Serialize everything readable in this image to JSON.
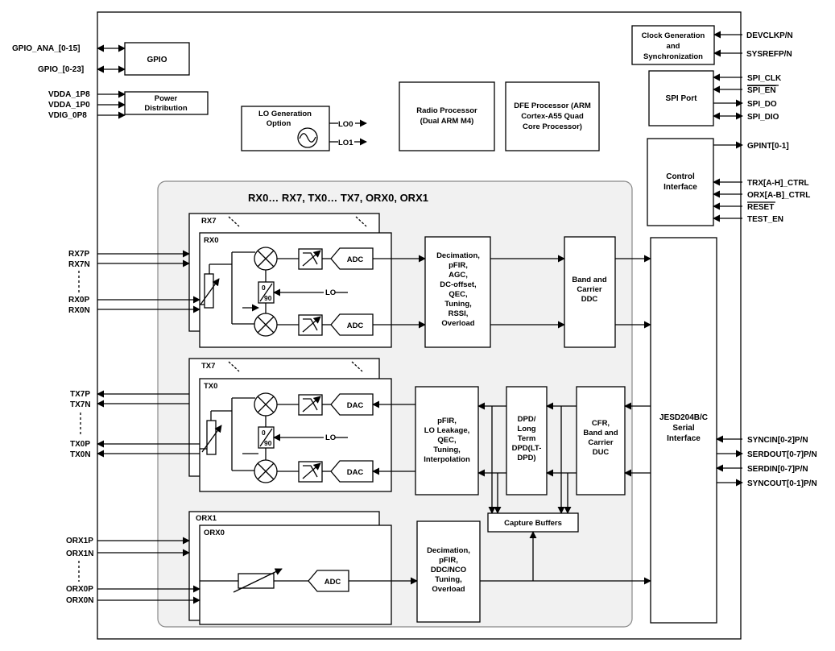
{
  "left_pins": {
    "gpio_ana": "GPIO_ANA_[0-15]",
    "gpio": "GPIO_[0-23]",
    "vdda_1p8": "VDDA_1P8",
    "vdda_1p0": "VDDA_1P0",
    "vdig_0p8": "VDIG_0P8",
    "rx7p": "RX7P",
    "rx7n": "RX7N",
    "rx0p": "RX0P",
    "rx0n": "RX0N",
    "tx7p": "TX7P",
    "tx7n": "TX7N",
    "tx0p": "TX0P",
    "tx0n": "TX0N",
    "orx1p": "ORX1P",
    "orx1n": "ORX1N",
    "orx0p": "ORX0P",
    "orx0n": "ORX0N"
  },
  "right_pins": {
    "devclk": "DEVCLKP/N",
    "sysref": "SYSREFP/N",
    "spi_clk": "SPI_CLK",
    "spi_en": "SPI_EN",
    "spi_do": "SPI_DO",
    "spi_dio": "SPI_DIO",
    "gpint": "GPINT[0-1]",
    "trx_ctrl": "TRX[A-H]_CTRL",
    "orx_ctrl": "ORX[A-B]_CTRL",
    "reset": "RESET",
    "test_en": "TEST_EN",
    "syncin": "SYNCIN[0-2]P/N",
    "serdout": "SERDOUT[0-7]P/N",
    "serdin": "SERDIN[0-7]P/N",
    "syncout": "SYNCOUT[0-1]P/N"
  },
  "blocks": {
    "gpio": "GPIO",
    "power": [
      "Power",
      "Distribution"
    ],
    "lo_gen": [
      "LO Generation",
      "Option"
    ],
    "lo0": "LO0",
    "lo1": "LO1",
    "radio_proc": [
      "Radio Processor",
      "(Dual ARM M4)"
    ],
    "dfe_proc": [
      "DFE Processor (ARM",
      "Cortex-A55 Quad",
      "Core Processor)"
    ],
    "clock_gen": [
      "Clock Generation",
      "and",
      "Synchronization"
    ],
    "spi_port": "SPI Port",
    "control_if": [
      "Control",
      "Interface"
    ],
    "jesd": [
      "JESD204B/C",
      "Serial",
      "Interface"
    ],
    "channels_title": "RX0… RX7, TX0… TX7, ORX0, ORX1",
    "rx7": "RX7",
    "rx0": "RX0",
    "tx7": "TX7",
    "tx0": "TX0",
    "orx1": "ORX1",
    "orx0": "ORX0",
    "adc": "ADC",
    "dac": "DAC",
    "lo": "LO",
    "phase_0": "0",
    "phase_90": "90",
    "rx_dsp": [
      "Decimation,",
      "pFIR,",
      "AGC,",
      "DC-offset,",
      "QEC,",
      "Tuning,",
      "RSSI,",
      "Overload"
    ],
    "band_ddc": [
      "Band and",
      "Carrier",
      "DDC"
    ],
    "tx_dsp": [
      "pFIR,",
      "LO Leakage,",
      "QEC,",
      "Tuning,",
      "Interpolation"
    ],
    "dpd": [
      "DPD/",
      "Long",
      "Term",
      "DPD(LT-",
      "DPD)"
    ],
    "cfr": [
      "CFR,",
      "Band and",
      "Carrier",
      "DUC"
    ],
    "capture": "Capture Buffers",
    "orx_dsp": [
      "Decimation,",
      "pFIR,",
      "DDC/NCO",
      "Tuning,",
      "Overload"
    ]
  }
}
